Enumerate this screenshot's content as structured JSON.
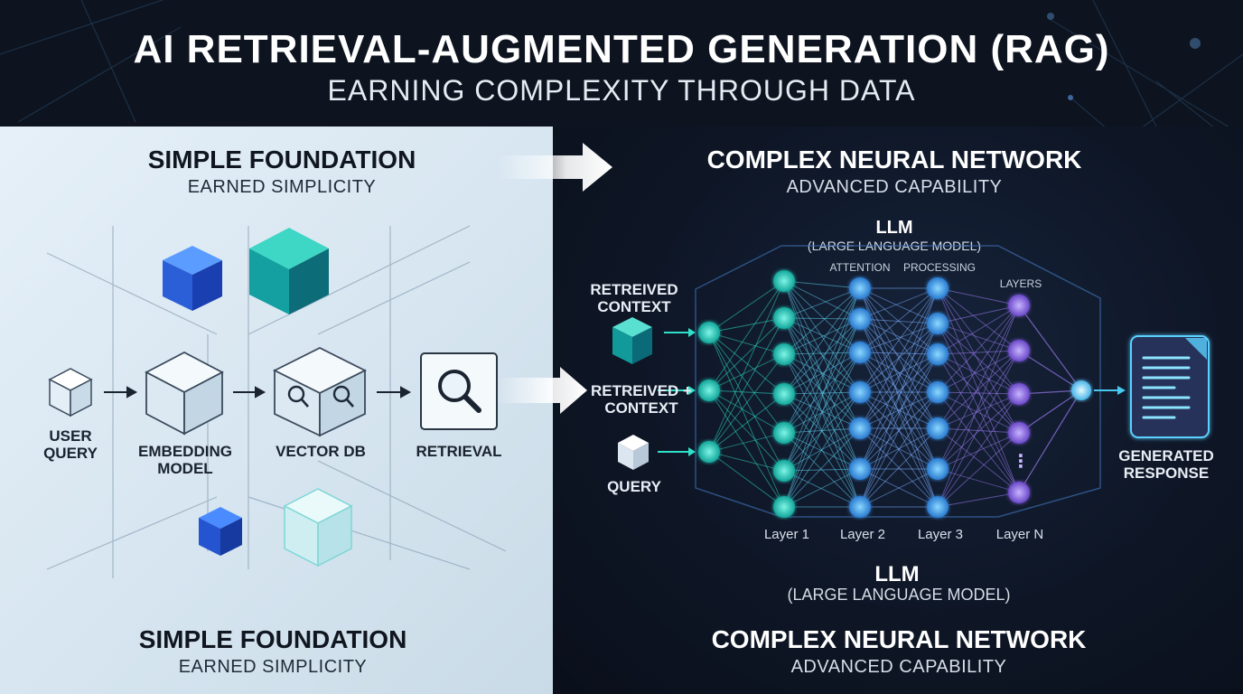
{
  "header": {
    "title": "AI RETRIEVAL-AUGMENTED GENERATION (RAG)",
    "subtitle": "EARNING COMPLEXITY THROUGH DATA"
  },
  "left_panel": {
    "top_heading": "SIMPLE FOUNDATION",
    "top_subheading": "EARNED SIMPLICITY",
    "bottom_heading": "SIMPLE FOUNDATION",
    "bottom_subheading": "EARNED SIMPLICITY",
    "pipeline": [
      {
        "label": "USER\nQUERY",
        "icon": "small-cube-icon"
      },
      {
        "label": "EMBEDDING\nMODEL",
        "icon": "cube-icon"
      },
      {
        "label": "VECTOR DB",
        "icon": "cube-with-search-icon"
      },
      {
        "label": "RETRIEVAL",
        "icon": "magnifier-icon"
      }
    ]
  },
  "right_panel": {
    "top_heading": "COMPLEX NEURAL NETWORK",
    "top_subheading": "ADVANCED CAPABILITY",
    "llm_top_title": "LLM",
    "llm_top_subtitle": "(LARGE LANGUAGE MODEL)",
    "column_labels": [
      "ATTENTION",
      "PROCESSING",
      "LAYERS"
    ],
    "inputs": [
      {
        "label": "RETREIVED\nCONTEXT",
        "icon": "teal-cube-icon"
      },
      {
        "label": "RETREIVED +\nCONTEXT",
        "icon": "arrow-icon"
      },
      {
        "label": "QUERY",
        "icon": "white-cube-icon"
      }
    ],
    "layer_labels": [
      "Layer 1",
      "Layer 2",
      "Layer 3",
      "Layer N"
    ],
    "ellipsis": "⋮",
    "output_label": "GENERATED\nRESPONSE",
    "llm_bottom_title": "LLM",
    "llm_bottom_subtitle": "(LARGE LANGUAGE MODEL)",
    "bottom_heading": "COMPLEX NEURAL NETWORK",
    "bottom_subheading": "ADVANCED CAPABILITY"
  },
  "colors": {
    "background": "#0d1420",
    "left_panel": "#dbe8f2",
    "teal": "#2ec4b6",
    "blue": "#2a6cf0",
    "purple": "#8a63e0"
  }
}
